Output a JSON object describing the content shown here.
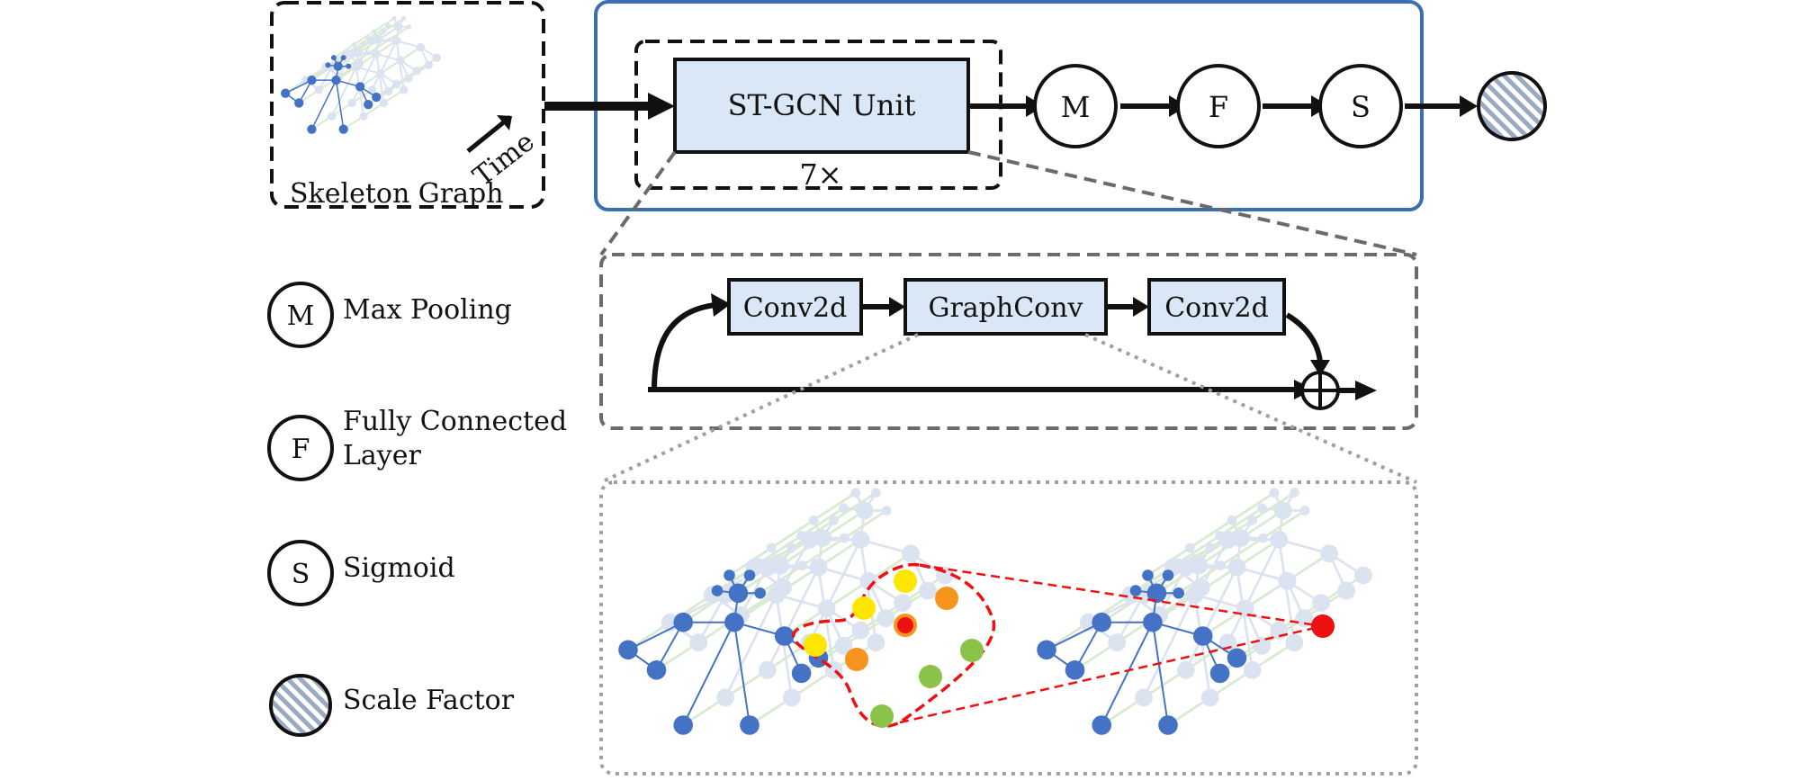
{
  "diagram": {
    "skeleton_graph_label": "Skeleton Graph",
    "time_label": "Time",
    "stgcn_unit_label": "ST-GCN Unit",
    "repeat_label": "7×",
    "stages": [
      "M",
      "F",
      "S"
    ],
    "unit_blocks": [
      "Conv2d",
      "GraphConv",
      "Conv2d"
    ],
    "legend": [
      {
        "symbol": "M",
        "text": [
          "Max Pooling"
        ]
      },
      {
        "symbol": "F",
        "text": [
          "Fully Connected",
          "Layer"
        ]
      },
      {
        "symbol": "S",
        "text": [
          "Sigmoid"
        ]
      },
      {
        "symbol": "",
        "text": [
          "Scale Factor"
        ]
      }
    ]
  },
  "colors": {
    "frame_blue": "#3d6fae",
    "block_fill": "#d9e7f6",
    "node_blue": "#4472c4",
    "node_faint": "#dbe3f1",
    "edge_green": "#d9ead0",
    "dashed_gray": "#6b6b6b",
    "dotted_gray": "#a0a0a0",
    "attention_red": "#e11",
    "yellow": "#ffe600",
    "orange": "#f7941d",
    "green": "#8bc34a"
  }
}
